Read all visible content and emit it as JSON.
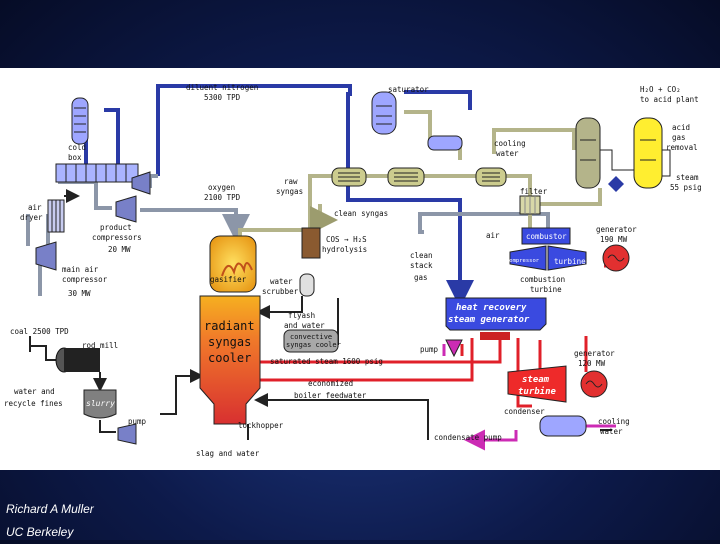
{
  "footer": {
    "author": "Richard A Muller",
    "affiliation": "UC Berkeley"
  },
  "diagram": {
    "labels": {
      "diluent_nitrogen": "diluent nitrogen",
      "n2_rate": "5300 TPD",
      "saturator": "saturator",
      "h2o_co2": "H₂O + CO₂",
      "to_acid_plant": "to acid plant",
      "cold_box_1": "cold",
      "cold_box_2": "box",
      "cooling_water_1a": "cooling",
      "cooling_water_1b": "water",
      "acid_gas_removal_1": "acid",
      "acid_gas_removal_2": "gas",
      "acid_gas_removal_3": "removal",
      "raw_syngas_1": "raw",
      "raw_syngas_2": "syngas",
      "filter": "filter",
      "steam_55_1": "steam",
      "steam_55_2": "55 psig",
      "oxygen": "oxygen",
      "oxygen_rate": "2100 TPD",
      "air_dryer_1": "air",
      "air_dryer_2": "dryer",
      "clean_syngas": "clean syngas",
      "product_compressors_1": "product",
      "product_compressors_2": "compressors",
      "product_compressors_3": "20 MW",
      "cos_h2s_1": "COS → H₂S",
      "cos_h2s_2": "hydrolysis",
      "air": "air",
      "combustor": "combustor",
      "generator_1a": "generator",
      "generator_1b": "190 MW",
      "main_air_1": "main air",
      "main_air_2": "compressor",
      "main_air_3": "30 MW",
      "gasifier": "gasifier",
      "water_scrubber_1": "water",
      "water_scrubber_2": "scrubber",
      "clean_stack_1": "clean",
      "clean_stack_2": "stack",
      "clean_stack_3": "gas",
      "compressor": "compressor",
      "turbine": "turbine",
      "combustion_turbine_1": "combustion",
      "combustion_turbine_2": "turbine",
      "coal": "coal 2500 TPD",
      "rod_mill": "rod mill",
      "flyash_1": "flyash",
      "flyash_2": "and water",
      "hrsg_1": "heat recovery",
      "hrsg_2": "steam generator",
      "radiant_1": "radiant",
      "radiant_2": "syngas",
      "radiant_3": "cooler",
      "convective_1": "convective",
      "convective_2": "syngas cooler",
      "pump": "pump",
      "generator_2a": "generator",
      "generator_2b": "120 MW",
      "saturated_steam": "saturated steam 1600 psig",
      "water_recycle_1": "water and",
      "water_recycle_2": "recycle fines",
      "slurry": "slurry",
      "economized_1": "economized",
      "economized_2": "boiler feedwater",
      "steam_turbine_1": "steam",
      "steam_turbine_2": "turbine",
      "pump_2": "pump",
      "lockhopper": "lockhopper",
      "condenser": "condenser",
      "cooling_water_2a": "cooling",
      "cooling_water_2b": "water",
      "condensate_pump": "condensate pump",
      "slag_water": "slag and water"
    },
    "colors": {
      "nitrogen_blue": "#2a3aa6",
      "oxygen_air_gray": "#8c96a8",
      "syngas_olive": "#b4b48a",
      "steam_red": "#e0202a",
      "feed_white": "#ffffff",
      "magenta_water": "#cc2bb4",
      "gasifier_yellow": "#f0c628",
      "cooler_orange": "#f05a28",
      "hrsg_blue": "#3a4ae0",
      "steam_turbine_red": "#ee2a2a"
    }
  }
}
